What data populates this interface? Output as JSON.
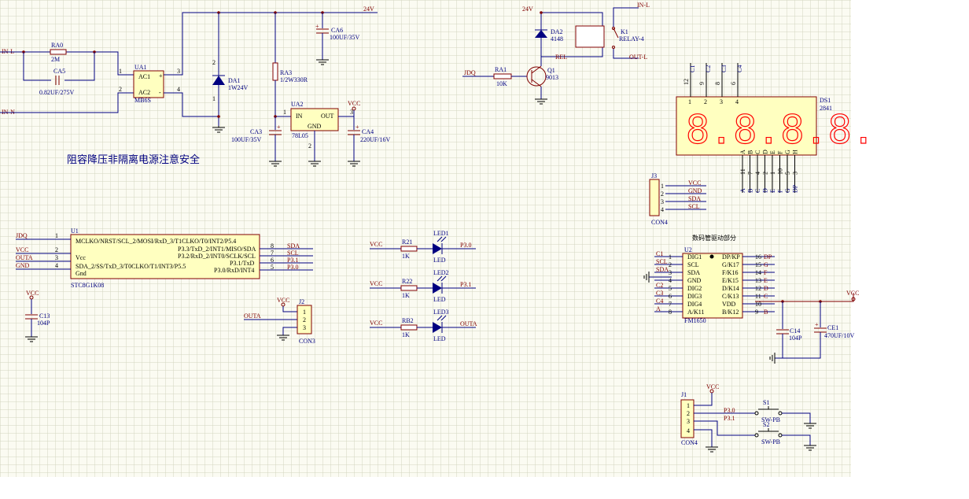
{
  "colors": {
    "wire": "#000080",
    "component": "#800000",
    "body": "#ffffc0",
    "grid": "#d3d6c0",
    "led_segment": "#ff0000"
  },
  "notes": {
    "power_warning": "阻容降压非隔离电源注意安全",
    "display_driver": "数码管驱动部分"
  },
  "power": {
    "in_l": "IN-L",
    "in_n": "IN-N",
    "rail_24v": "24V",
    "vcc": "VCC",
    "ra0": "RA0",
    "ra0_val": "2M",
    "ca5": "CA5",
    "ca5_val": "0.82UF/275V",
    "ua1": "UA1",
    "ua1_ac1": "AC1",
    "ua1_ac2": "AC2",
    "ua1_plus": "+",
    "ua1_minus": "-",
    "ua1_model": "MB6S",
    "ua1_p1": "1",
    "ua1_p2": "2",
    "ua1_p3": "3",
    "ua1_p4": "4",
    "da1": "DA1",
    "da1_val": "1W24V",
    "da1_p1": "1",
    "da1_p2": "2",
    "ca6": "CA6",
    "ca6_val": "100UF/35V",
    "ra3": "RA3",
    "ra3_val": "1/2W330R",
    "ua2": "UA2",
    "ua2_in": "IN",
    "ua2_out": "OUT",
    "ua2_gnd": "GND",
    "ua2_model": "78L05",
    "ua2_p1": "1",
    "ua2_p2": "2",
    "ua2_p3": "3",
    "ca3": "CA3",
    "ca3_val": "100UF/35V",
    "ca4": "CA4",
    "ca4_val": "220UF/16V"
  },
  "relay": {
    "rail": "24V",
    "da2": "DA2",
    "da2_val": "4148",
    "k1": "K1",
    "k1_val": "RELAY-4",
    "in_l": "IN-L",
    "out_l": "OUT-L",
    "rel": "REL",
    "jdq": "JDQ",
    "ra1": "RA1",
    "ra1_val": "10K",
    "q1": "Q1",
    "q1_val": "9013"
  },
  "display": {
    "ds1": "DS1",
    "ds1_val": "2841",
    "digits": "8.8.8.8.",
    "top_pins": [
      "1",
      "2",
      "3",
      "4"
    ],
    "top_nums": [
      "12",
      "9",
      "8",
      "6"
    ],
    "top_nets": [
      "C1",
      "C2",
      "C3",
      "C4"
    ],
    "seg_letters": [
      "A",
      "B",
      "C",
      "D",
      "E",
      "F",
      "G",
      "H"
    ],
    "bot_nums": [
      "11",
      "7",
      "4",
      "2",
      "1",
      "10",
      "5",
      "3"
    ],
    "bot_nets": [
      "A",
      "B",
      "C",
      "D",
      "E",
      "F",
      "G",
      "DP"
    ]
  },
  "j3": {
    "ref": "J3",
    "model": "CON4",
    "pins": [
      "1",
      "2",
      "3",
      "4"
    ],
    "nets": [
      "VCC",
      "GND",
      "SDA",
      "SCL"
    ]
  },
  "mcu": {
    "ref": "U1",
    "model": "STC8G1K08",
    "left_nets": [
      "JDQ",
      "VCC",
      "OUTA",
      "GND"
    ],
    "left_nums": [
      "1",
      "2",
      "3",
      "4"
    ],
    "left_labels": [
      "MCLKO/NRST/SCL_2/MOSI/RxD_3/T1CLKO/T0/INT2/P5.4",
      "Vcc",
      "SDA_2/SS/TxD_3/T0CLKO/T1/INT3/P5.5",
      "Gnd"
    ],
    "right_labels": [
      "P3.3/TxD_2/INT1/MISO/SDA",
      "P3.2/RxD_2/INT0/SCLK/SCL",
      "P3.1/TxD",
      "P3.0/RxD/INT4"
    ],
    "right_nums": [
      "8",
      "7",
      "6",
      "5"
    ],
    "right_nets": [
      "SDA",
      "SCL",
      "P3.1",
      "P3.0"
    ]
  },
  "c13": {
    "ref": "C13",
    "val": "104P",
    "net": "VCC"
  },
  "j2": {
    "ref": "J2",
    "model": "CON3",
    "net_vcc": "VCC",
    "net_outa": "OUTA",
    "pins": [
      "1",
      "2",
      "3"
    ]
  },
  "leds": [
    {
      "vcc": "VCC",
      "r": "R21",
      "rv": "1K",
      "led": "LED1",
      "lv": "LED",
      "net": "P3.0"
    },
    {
      "vcc": "VCC",
      "r": "R22",
      "rv": "1K",
      "led": "LED2",
      "lv": "LED",
      "net": "P3.1"
    },
    {
      "vcc": "VCC",
      "r": "RB2",
      "rv": "1K",
      "led": "LED3",
      "lv": "LED",
      "net": "OUTA"
    }
  ],
  "u2": {
    "ref": "U2",
    "model": "FM1650",
    "left_nets": [
      "C1",
      "SCL",
      "SDA",
      "",
      "C2",
      "C3",
      "C4",
      "A"
    ],
    "left_nums": [
      "1",
      "2",
      "3",
      "4",
      "5",
      "6",
      "7",
      "8"
    ],
    "left_labels": [
      "DIG1",
      "SCL",
      "SDA",
      "GND",
      "DIG2",
      "DIG3",
      "DIG4",
      "A/K11"
    ],
    "right_labels": [
      "DP/KP",
      "G/K17",
      "F/K16",
      "E/K15",
      "D/K14",
      "C/K13",
      "VDD",
      "B/K12"
    ],
    "right_nums": [
      "16",
      "15",
      "14",
      "13",
      "12",
      "11",
      "10",
      "9"
    ],
    "right_nets": [
      "DP",
      "G",
      "F",
      "E",
      "D",
      "C",
      "",
      "B"
    ],
    "vcc": "VCC",
    "c14": "C14",
    "c14_val": "104P",
    "ce1": "CE1",
    "ce1_val": "470UF/10V"
  },
  "j1": {
    "ref": "J1",
    "model": "CON4",
    "vcc": "VCC",
    "pins": [
      "1",
      "2",
      "3",
      "4"
    ],
    "p30": "P3.0",
    "p31": "P3.1",
    "s1": "S1",
    "s1_val": "SW-PB",
    "s2": "S2",
    "s2_val": "SW-PB"
  }
}
